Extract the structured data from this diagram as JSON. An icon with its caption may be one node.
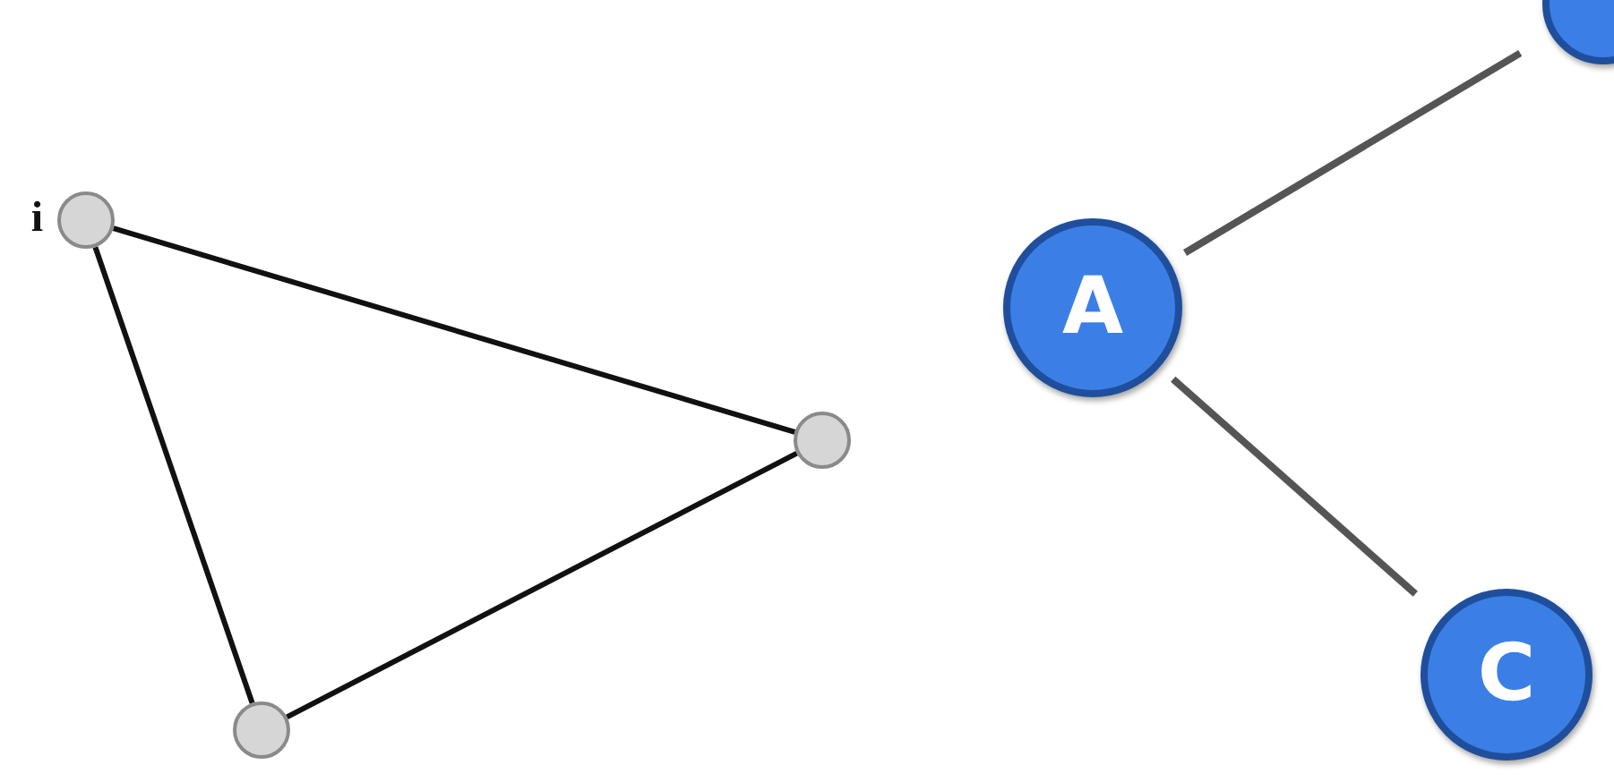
{
  "diagram": {
    "nodes": [
      {
        "text": [],
        "shape": "circle",
        "beside": [
          "i"
        ]
      },
      {
        "text": [],
        "shape": "circle"
      },
      {
        "text": [],
        "shape": "circle"
      },
      {
        "text": [
          "A"
        ]
      },
      {
        "text": [],
        "shape": "circle"
      },
      {
        "text": [
          "C"
        ]
      }
    ],
    "edges": [
      {
        "from": 0,
        "to": 1,
        "arrow": "none"
      },
      {
        "from": 0,
        "to": 2,
        "arrow": "none"
      },
      {
        "from": 2,
        "to": 1,
        "arrow": "none"
      },
      {
        "from": 3,
        "to": 4,
        "arrow": "none"
      },
      {
        "from": 3,
        "to": 5,
        "arrow": "none"
      }
    ]
  }
}
